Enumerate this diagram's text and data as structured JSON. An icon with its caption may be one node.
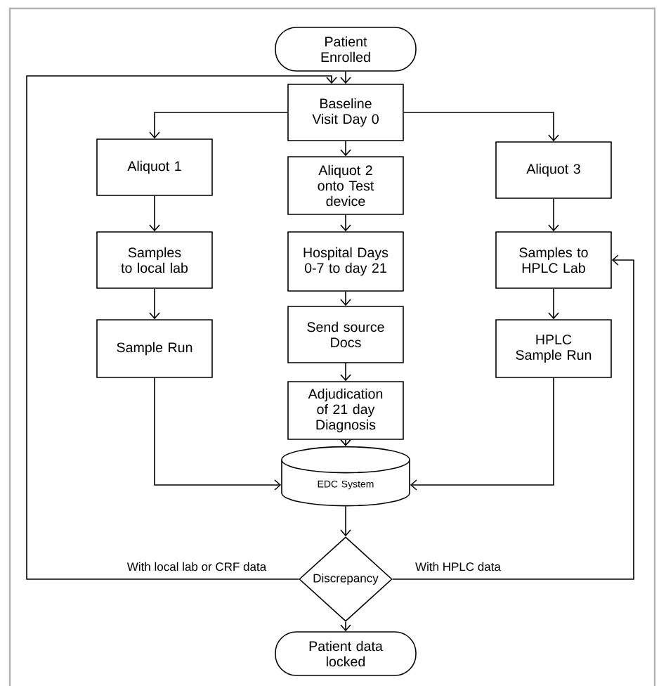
{
  "diagram": {
    "nodes": [
      {
        "text": [
          "Patient Enrolled"
        ]
      },
      {
        "text": [
          "Baseline Visit Day 0"
        ]
      },
      {
        "text": [
          "Aliquot 1"
        ]
      },
      {
        "text": [
          "Aliquot 2 onto Test device"
        ]
      },
      {
        "text": [
          "Aliquot 3"
        ]
      },
      {
        "text": [
          "Samples to local lab"
        ]
      },
      {
        "text": [
          "Hospital Days 0-7 to day 21"
        ]
      },
      {
        "text": [
          "Samples to HPLC Lab"
        ]
      },
      {
        "text": [
          "Sample Run"
        ]
      },
      {
        "text": [
          "Send source Docs"
        ]
      },
      {
        "text": [
          "HPLC Sample Run"
        ]
      },
      {
        "text": [
          "Adjudication of 21 day Diagnosis"
        ]
      },
      {
        "text": [
          "EDC System"
        ]
      },
      {
        "text": [
          "Discrepancy"
        ]
      },
      {
        "text": [
          "Patient data locked"
        ]
      }
    ],
    "edges": [
      {
        "from": 0,
        "to": 1,
        "arrow": "to"
      },
      {
        "from": 1,
        "to": 2,
        "arrow": "to"
      },
      {
        "from": 1,
        "to": 3,
        "arrow": "to"
      },
      {
        "from": 1,
        "to": 4,
        "arrow": "to"
      },
      {
        "from": 2,
        "to": 5,
        "arrow": "to"
      },
      {
        "from": 3,
        "to": 6,
        "arrow": "to"
      },
      {
        "from": 4,
        "to": 7,
        "arrow": "to"
      },
      {
        "from": 5,
        "to": 8,
        "arrow": "to"
      },
      {
        "from": 6,
        "to": 9,
        "arrow": "to"
      },
      {
        "from": 7,
        "to": 10,
        "arrow": "to"
      },
      {
        "from": 9,
        "to": 11,
        "arrow": "to"
      },
      {
        "from": 8,
        "to": 12,
        "arrow": "to"
      },
      {
        "from": 11,
        "to": 12,
        "arrow": "to"
      },
      {
        "from": 10,
        "to": 12,
        "arrow": "to"
      },
      {
        "from": 12,
        "to": 13,
        "arrow": "to"
      },
      {
        "from": 13,
        "to": 14,
        "arrow": "to"
      },
      {
        "from": 13,
        "to": 1,
        "arrow": "to",
        "label": "With local lab or CRF data"
      },
      {
        "from": 13,
        "to": 7,
        "arrow": "to",
        "label": "With HPLC data"
      }
    ]
  }
}
